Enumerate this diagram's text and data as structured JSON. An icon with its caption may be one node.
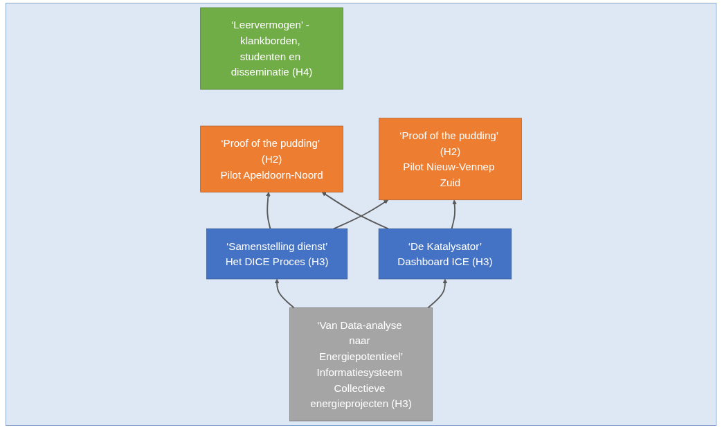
{
  "diagram": {
    "nodes": [
      {
        "text": [
          "‘Leervermogen’ - klankborden, studenten en disseminatie (H4)"
        ]
      },
      {
        "text": [
          "‘Proof of the pudding’ (H2)",
          "Pilot Apeldoorn-Noord"
        ]
      },
      {
        "text": [
          "‘Proof of the pudding’ (H2)",
          "Pilot Nieuw-Vennep Zuid"
        ]
      },
      {
        "text": [
          "‘Samenstelling dienst’",
          "Het DICE Proces (H3)"
        ]
      },
      {
        "text": [
          "‘De Katalysator’",
          "Dashboard ICE (H3)"
        ]
      },
      {
        "text": [
          "‘Van Data-analyse naar Energiepotentieel’",
          "Informatiesysteem Collectieve energieprojecten (H3)"
        ]
      }
    ],
    "edges": [
      {
        "from": 5,
        "to": 3,
        "arrow": "to"
      },
      {
        "from": 5,
        "to": 4,
        "arrow": "to"
      },
      {
        "from": 3,
        "to": 1,
        "arrow": "to"
      },
      {
        "from": 3,
        "to": 2,
        "arrow": "to"
      },
      {
        "from": 4,
        "to": 1,
        "arrow": "to"
      },
      {
        "from": 4,
        "to": 2,
        "arrow": "to"
      }
    ]
  }
}
